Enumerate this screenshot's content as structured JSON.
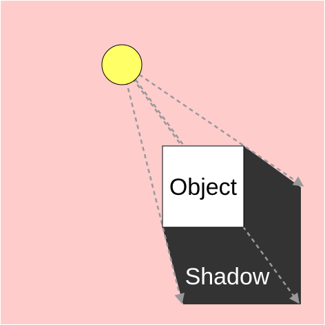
{
  "colors": {
    "background": "#ffcccc",
    "light_fill": "#ffff66",
    "light_stroke": "#000000",
    "object_fill": "#ffffff",
    "object_stroke": "#000000",
    "shadow_fill": "#333333",
    "ray_color": "#999999",
    "object_text": "#000000",
    "shadow_text": "#ffffff"
  },
  "diagram": {
    "light_icon": "sun-circle",
    "object_label": "Object",
    "shadow_label": "Shadow"
  }
}
